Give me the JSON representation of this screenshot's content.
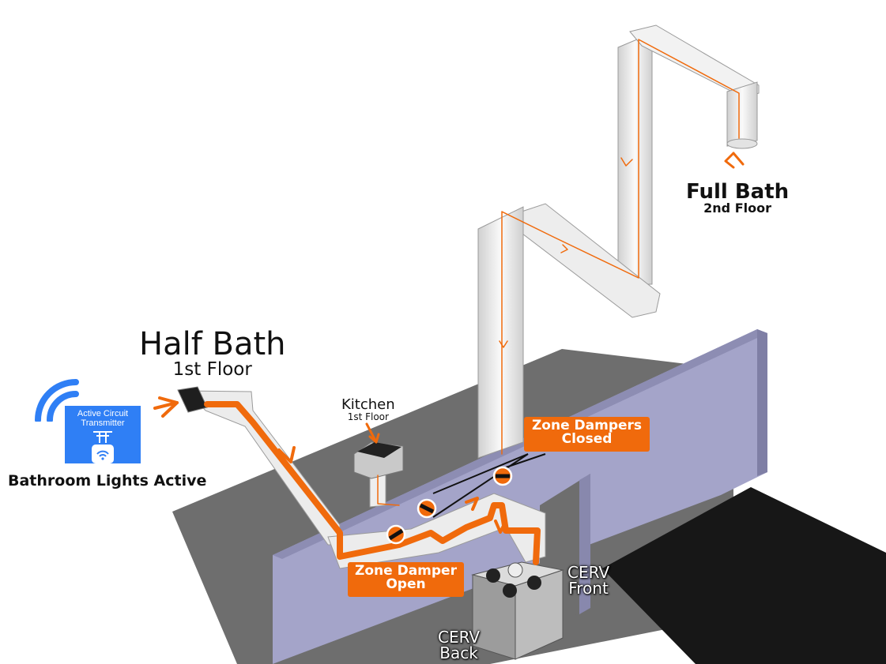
{
  "labels": {
    "half_bath": {
      "name": "Half Bath",
      "floor": "1st Floor"
    },
    "kitchen": {
      "name": "Kitchen",
      "floor": "1st Floor"
    },
    "full_bath": {
      "name": "Full Bath",
      "floor": "2nd Floor"
    },
    "cerv_front": {
      "line1": "CERV",
      "line2": "Front"
    },
    "cerv_back": {
      "line1": "CERV",
      "line2": "Back"
    }
  },
  "tags": {
    "zone_dampers_closed": {
      "line1": "Zone Dampers",
      "line2": "Closed"
    },
    "zone_damper_open": {
      "line1": "Zone Damper",
      "line2": "Open"
    }
  },
  "transmitter": {
    "line1": "Active Circuit",
    "line2": "Transmitter"
  },
  "status": "Bathroom Lights Active",
  "colors": {
    "airflow": "#f06a0c",
    "wall": "#a3a3c8",
    "floor": "#6f6f6f",
    "carpet": "#161616",
    "duct": "#e9e9e9",
    "transmitter": "#2f7ff5"
  }
}
